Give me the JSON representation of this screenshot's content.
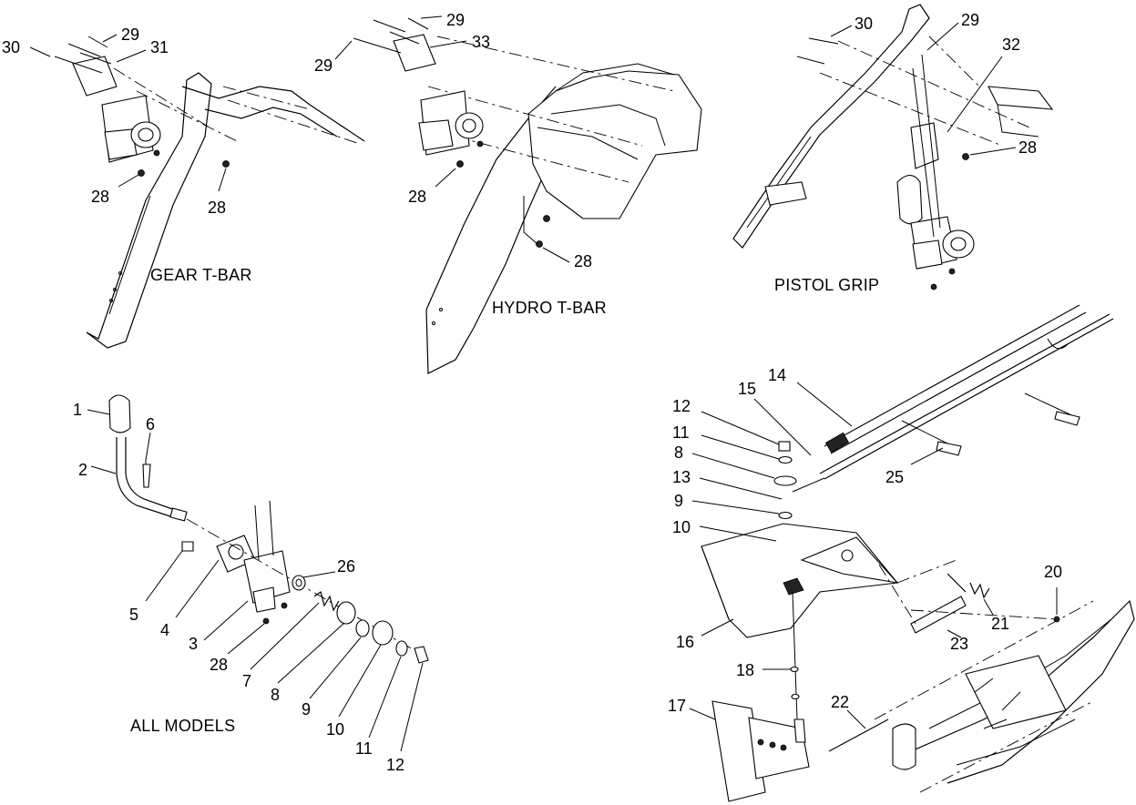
{
  "diagram": {
    "captions": {
      "gear_tbar": "GEAR T-BAR",
      "hydro_tbar": "HYDRO T-BAR",
      "pistol_grip": "PISTOL GRIP",
      "all_models": "ALL MODELS"
    },
    "callouts": {
      "gear": {
        "n29": "29",
        "n30": "30",
        "n31": "31",
        "n28a": "28",
        "n28b": "28"
      },
      "hydro": {
        "n29a": "29",
        "n29b": "29",
        "n33": "33",
        "n28a": "28",
        "n28b": "28"
      },
      "pistol": {
        "n30": "30",
        "n29": "29",
        "n32": "32",
        "n28": "28"
      },
      "all": {
        "n1": "1",
        "n2": "2",
        "n6": "6",
        "n5": "5",
        "n4": "4",
        "n3": "3",
        "n28": "28",
        "n26": "26",
        "n7": "7",
        "n8": "8",
        "n9": "9",
        "n10": "10",
        "n11": "11",
        "n12": "12"
      },
      "right": {
        "n14": "14",
        "n15": "15",
        "n12": "12",
        "n11": "11",
        "n8": "8",
        "n13": "13",
        "n9": "9",
        "n10": "10",
        "n25": "25",
        "n16": "16",
        "n18": "18",
        "n17": "17",
        "n20": "20",
        "n21": "21",
        "n23": "23",
        "n22": "22"
      }
    }
  }
}
